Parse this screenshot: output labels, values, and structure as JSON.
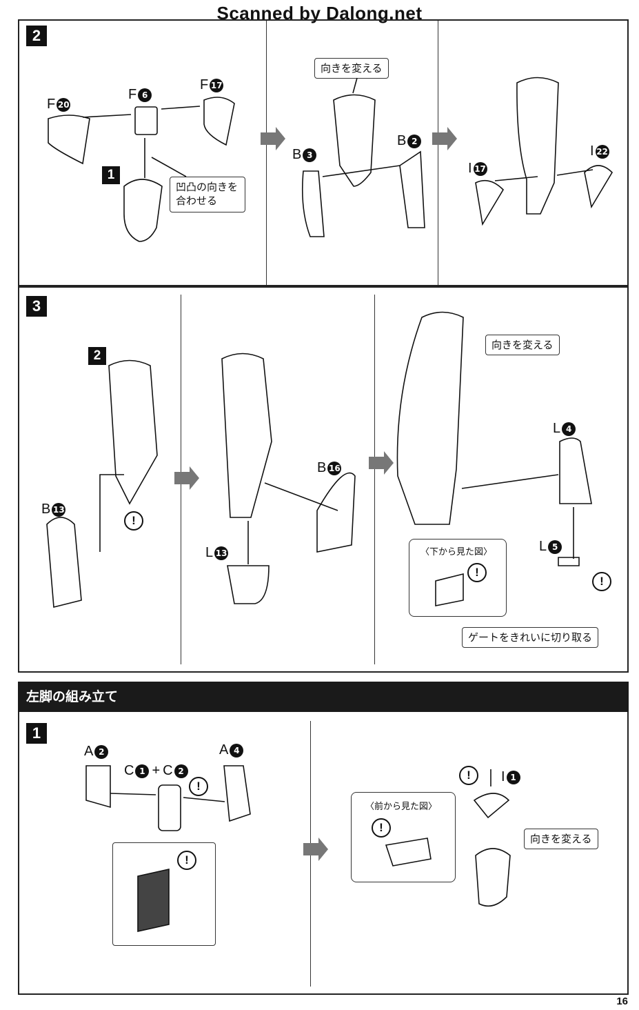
{
  "watermark": "Scanned by Dalong.net",
  "page_number": "16",
  "step2": {
    "step": "2",
    "part_f20": "F",
    "num_f20": "20",
    "part_f6": "F",
    "num_f6": "6",
    "part_f17": "F",
    "num_f17": "17",
    "seq1a": "1",
    "seq1b": "1",
    "seq2": "2",
    "sub_step": "1",
    "align_note_line1": "凹凸の向きを",
    "align_note_line2": "合わせる",
    "turn_note": "向きを変える",
    "part_b3": "B",
    "num_b3": "3",
    "part_b2": "B",
    "num_b2": "2",
    "part_i17": "I",
    "num_i17": "17",
    "part_i22": "I",
    "num_i22": "22"
  },
  "step3": {
    "step": "3",
    "sub_step": "2",
    "part_b13": "B",
    "num_b13": "13",
    "part_b16": "B",
    "num_b16": "16",
    "part_l13": "L",
    "num_l13": "13",
    "turn_note": "向きを変える",
    "part_l4": "L",
    "num_l4": "4",
    "part_l5": "L",
    "num_l5": "5",
    "bottom_view": "〈下から見た図〉",
    "gate_note": "ゲートをきれいに切り取る"
  },
  "left_leg": {
    "title": "左脚の組み立て",
    "step": "1",
    "part_a2": "A",
    "num_a2": "2",
    "part_c1": "C",
    "num_c1": "1",
    "plus": "+",
    "part_c2": "C",
    "num_c2": "2",
    "part_a4": "A",
    "num_a4": "4",
    "front_view": "〈前から見た図〉",
    "part_i1": "I",
    "num_i1": "1",
    "turn_note": "向きを変える"
  },
  "caution_mark": "!"
}
